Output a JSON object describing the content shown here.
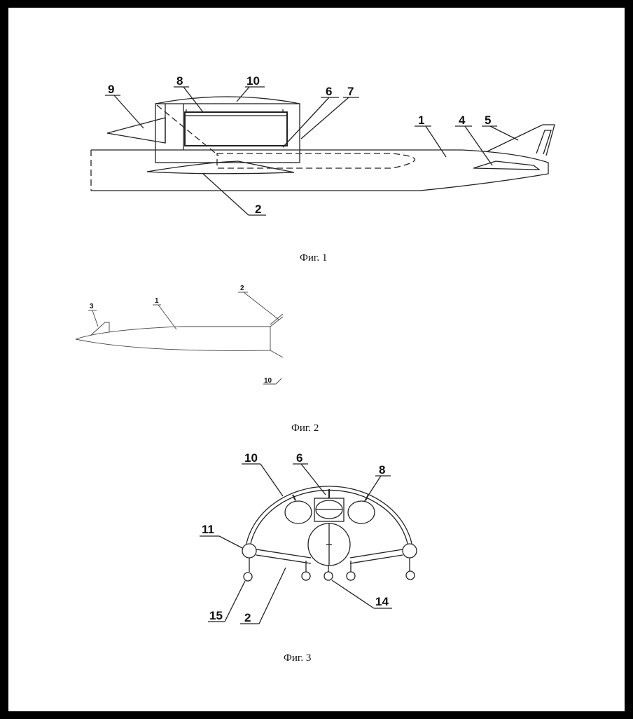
{
  "figures": [
    {
      "caption": "Фиг. 1",
      "labels": {
        "l1": "1",
        "l2": "2",
        "l4": "4",
        "l5": "5",
        "l6": "6",
        "l7": "7",
        "l8": "8",
        "l9": "9",
        "l10": "10"
      }
    },
    {
      "caption": "Фиг. 2",
      "labels": {
        "l1": "1",
        "l2": "2",
        "l3": "3",
        "l10": "10"
      }
    },
    {
      "caption": "Фиг. 3",
      "labels": {
        "l2": "2",
        "l6": "6",
        "l8": "8",
        "l10": "10",
        "l11": "11",
        "l14": "14",
        "l15": "15"
      }
    }
  ]
}
